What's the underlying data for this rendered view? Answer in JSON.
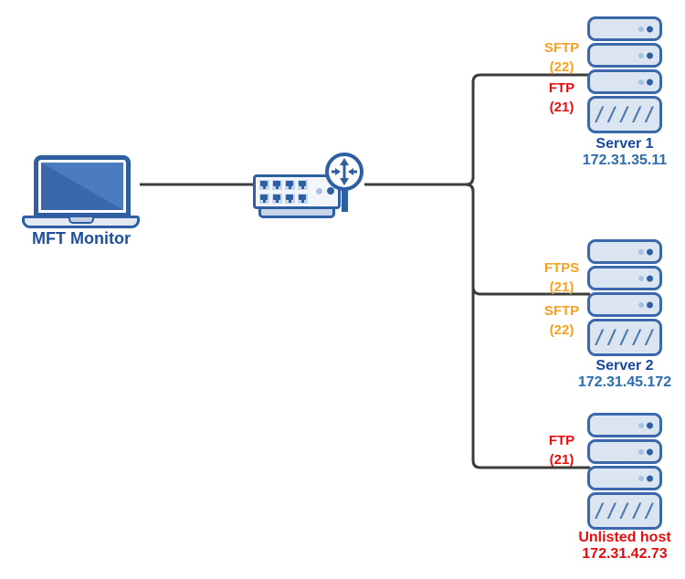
{
  "monitor": {
    "label": "MFT Monitor"
  },
  "icons": {
    "laptop": "laptop-icon",
    "switch": "network-switch-icon",
    "router": "router-arrows-icon",
    "server": "server-stack-icon"
  },
  "servers": [
    {
      "name": "Server 1",
      "ip": "172.31.35.11",
      "name_color": "blue",
      "ip_color": "ip_blue",
      "labels": [
        {
          "protocol": "SFTP",
          "port": "(22)",
          "color": "orange"
        },
        {
          "protocol": "FTP",
          "port": "(21)",
          "color": "red"
        }
      ]
    },
    {
      "name": "Server 2",
      "ip": "172.31.45.172",
      "name_color": "blue",
      "ip_color": "ip_blue",
      "labels": [
        {
          "protocol": "FTPS",
          "port": "(21)",
          "color": "orange"
        },
        {
          "protocol": "SFTP",
          "port": "(22)",
          "color": "orange"
        }
      ]
    },
    {
      "name": "Unlisted host",
      "ip": "172.31.42.73",
      "name_color": "red",
      "ip_color": "red",
      "labels": [
        {
          "protocol": "FTP",
          "port": "(21)",
          "color": "red"
        }
      ]
    }
  ],
  "server_hatch": "/////",
  "colors": {
    "orange": "#F9A01B",
    "red": "#EB0D0D",
    "blue": "#17479E",
    "ip_blue": "#2B6CB0",
    "monitor_label_blue": "#1E4F9E",
    "icon_stroke": "#2E5FA3",
    "icon_fill": "#DBE4F1",
    "line": "#3C3C3C"
  }
}
